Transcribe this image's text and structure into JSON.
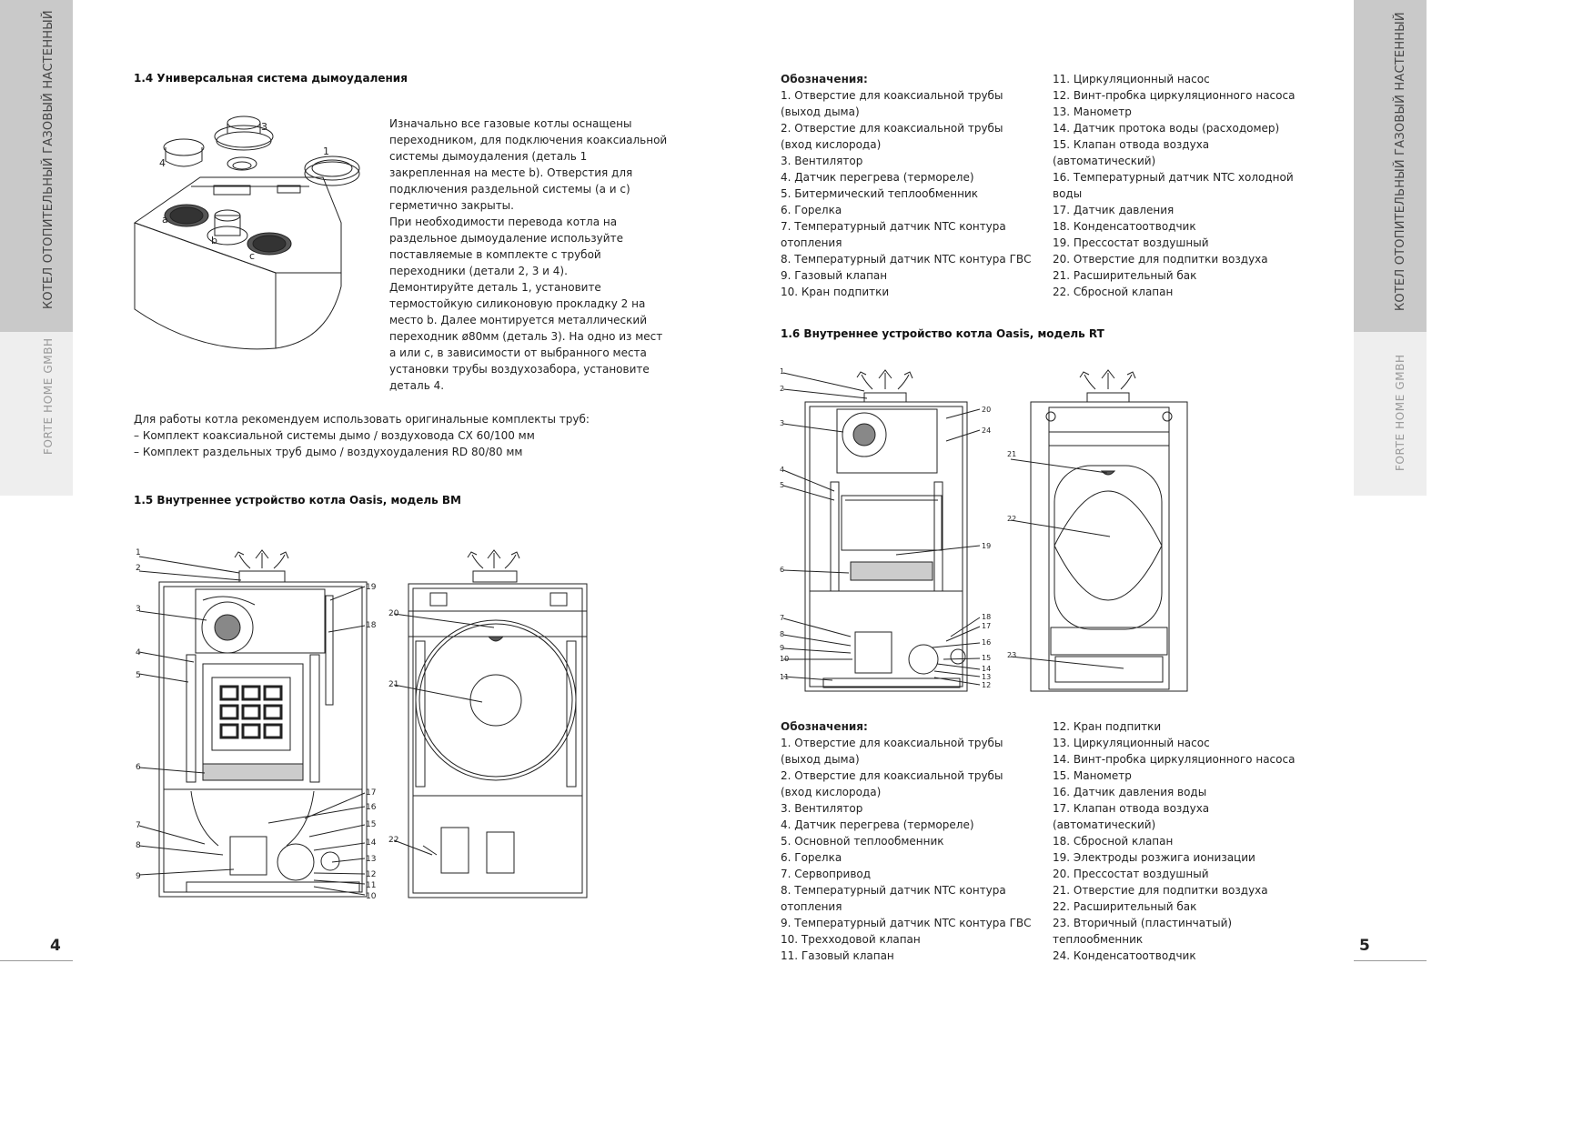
{
  "sidebar": {
    "vertical_title": "КОТЕЛ ОТОПИТЕЛЬНЫЙ ГАЗОВЫЙ НАСТЕННЫЙ",
    "brand": "FORTE HOME GMBH"
  },
  "left_page": {
    "number": "4",
    "section_1_4": {
      "heading": "1.4 Универсальная система дымоудаления",
      "paragraph": [
        "Изначально все газовые котлы оснащены",
        "переходником, для подключения коаксиальной",
        "системы дымоудаления (деталь 1",
        "закрепленная на месте b). Отверстия для",
        "подключения раздельной системы (a и c)",
        "герметично закрыты.",
        "При необходимости перевода котла на",
        "раздельное дымоудаление используйте",
        "поставляемые в комплекте с трубой",
        "переходники (детали 2, 3 и 4).",
        "Демонтируйте деталь 1, установите",
        "термостойкую силиконовую прокладку 2 на",
        "место b. Далее монтируется металлический",
        "переходник ø80мм (деталь 3). На одно из мест",
        "a или c, в зависимости от выбранного места",
        "установки трубы воздухозабора, установите",
        "деталь 4."
      ],
      "figure_labels": [
        "1",
        "3",
        "4",
        "a",
        "b",
        "c"
      ],
      "recommendation": [
        "Для работы котла рекомендуем использовать оригинальные комплекты труб:",
        "– Комплект коаксиальной системы дымо / воздуховода CX 60/100 мм",
        "– Комплект раздельных труб дымо / воздухоудаления RD 80/80 мм"
      ]
    },
    "section_1_5": {
      "heading": "1.5  Внутреннее устройство котла Oasis, модель BM",
      "front_labels_left": [
        "1",
        "2",
        "3",
        "4",
        "5",
        "6",
        "7",
        "8",
        "9"
      ],
      "front_labels_right": [
        "19",
        "18",
        "17",
        "16",
        "15",
        "14",
        "13",
        "12",
        "11",
        "10"
      ],
      "back_labels": [
        "20",
        "21",
        "22"
      ]
    }
  },
  "right_page": {
    "number": "5",
    "legend_bm": {
      "heading": "Обозначения:",
      "col1": [
        "1. Отверстие для коаксиальной трубы",
        "(выход дыма)",
        "2. Отверстие для коаксиальной трубы",
        "(вход кислорода)",
        "3. Вентилятор",
        "4. Датчик перегрева (термореле)",
        "5. Битермический теплообменник",
        "6. Горелка",
        "7. Температурный датчик NTC контура",
        "отопления",
        "8. Температурный датчик NTC контура ГВС",
        "9. Газовый клапан",
        "10. Кран подпитки"
      ],
      "col2": [
        "11. Циркуляционный насос",
        "12. Винт-пробка циркуляционного насоса",
        "13. Манометр",
        "14. Датчик протока воды (расходомер)",
        "15. Клапан отвода воздуха",
        "(автоматический)",
        "16. Температурный датчик NTC холодной",
        "воды",
        "17. Датчик  давления",
        "18. Конденсатоотводчик",
        "19. Прессостат воздушный",
        "20. Отверстие для подпитки воздуха",
        "21. Расширительный бак",
        "22. Сбросной  клапан"
      ]
    },
    "section_1_6": {
      "heading": "1.6 Внутреннее устройство котла Oasis, модель RT",
      "front_labels_left": [
        "1",
        "2",
        "3",
        "4",
        "5",
        "6",
        "7",
        "8",
        "9",
        "10",
        "11"
      ],
      "front_labels_right": [
        "20",
        "24",
        "19",
        "18",
        "17",
        "16",
        "15",
        "14",
        "13",
        "12"
      ],
      "back_labels": [
        "21",
        "22",
        "23"
      ]
    },
    "legend_rt": {
      "heading": "Обозначения:",
      "col1": [
        "1. Отверстие для коаксиальной трубы",
        "(выход дыма)",
        "2. Отверстие для коаксиальной трубы",
        "(вход кислорода)",
        "3. Вентилятор",
        "4. Датчик перегрева (термореле)",
        "5. Основной теплообменник",
        "6. Горелка",
        "7. Сервопривод",
        "8. Температурный датчик NTC контура",
        "отопления",
        "9. Температурный датчик NTC контура ГВС",
        "10. Трехходовой клапан",
        "11. Газовый клапан"
      ],
      "col2": [
        "12. Кран подпитки",
        "13. Циркуляционный насос",
        "14. Винт-пробка циркуляционного насоса",
        "15. Манометр",
        "16. Датчик давления воды",
        "17. Клапан отвода воздуха",
        "(автоматический)",
        "18. Сбросной клапан",
        "19. Электроды розжига ионизации",
        "20. Прессостат воздушный",
        "21. Отверстие для подпитки воздуха",
        "22. Расширительный бак",
        "23. Вторичный (пластинчатый)",
        "теплообменник",
        "24. Конденсатоотводчик"
      ]
    }
  }
}
